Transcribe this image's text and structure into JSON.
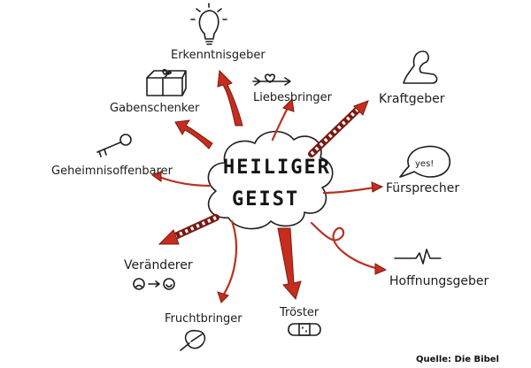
{
  "center": {
    "line1": "HEILIGER",
    "line2": "GEIST"
  },
  "roles": {
    "erkenntnisgeber": "Erkenntnisgeber",
    "liebesbringer": "Liebesbringer",
    "gabenschenker": "Gabenschenker",
    "kraftgeber": "Kraftgeber",
    "geheimnisoffenbarer": "Geheimnisoffenbarer",
    "fuersprecher": "Fürsprecher",
    "veraenderer": "Veränderer",
    "hoffnungsgeber": "Hoffnungsgeber",
    "fruchtbringer": "Fruchtbringer",
    "troester": "Tröster"
  },
  "bubble_text": "yes!",
  "source": "Quelle: Die Bibel",
  "colors": {
    "arrow_red": "#c62d1e",
    "arrow_dark": "#7a1a10",
    "ink": "#1e1e1e"
  },
  "icons": [
    "lightbulb-icon",
    "heart-arrow-icon",
    "gift-icon",
    "flexed-arm-icon",
    "key-icon",
    "speech-bubble-icon",
    "mood-change-icon",
    "heartbeat-line-icon",
    "leaf-icon",
    "bandage-icon"
  ]
}
